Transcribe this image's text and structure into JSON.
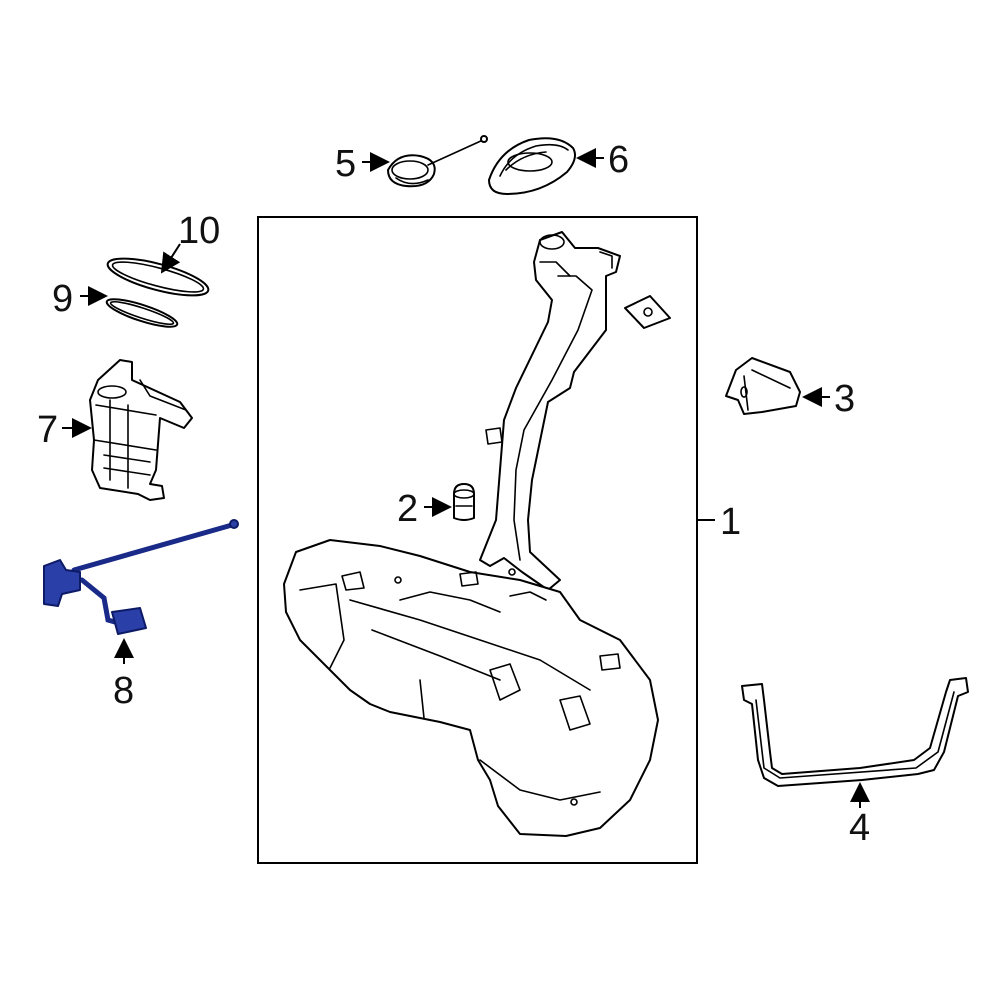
{
  "callouts": [
    {
      "id": "1",
      "label": "1"
    },
    {
      "id": "2",
      "label": "2"
    },
    {
      "id": "3",
      "label": "3"
    },
    {
      "id": "4",
      "label": "4"
    },
    {
      "id": "5",
      "label": "5"
    },
    {
      "id": "6",
      "label": "6"
    },
    {
      "id": "7",
      "label": "7"
    },
    {
      "id": "8",
      "label": "8"
    },
    {
      "id": "9",
      "label": "9"
    },
    {
      "id": "10",
      "label": "10"
    }
  ],
  "highlight_color": "#2b3fa8",
  "highlighted_part": "8"
}
